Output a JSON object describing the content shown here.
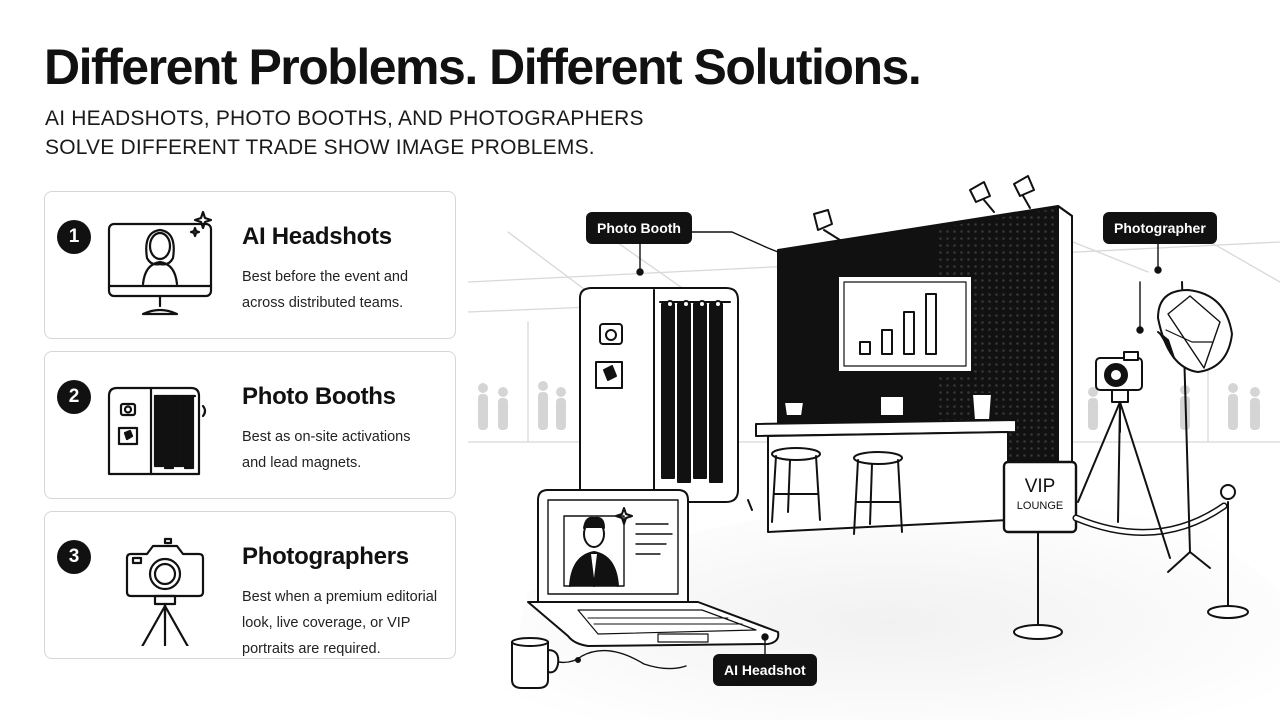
{
  "header": {
    "title": "Different Problems. Different Solutions.",
    "subtitle_line1": "AI HEADSHOTS, PHOTO BOOTHS, AND PHOTOGRAPHERS",
    "subtitle_line2": "SOLVE DIFFERENT TRADE SHOW IMAGE PROBLEMS."
  },
  "cards": [
    {
      "number": "1",
      "title": "AI Headshots",
      "desc_line1": "Best before the event and",
      "desc_line2": "across distributed teams.",
      "icon": "monitor-portrait-icon"
    },
    {
      "number": "2",
      "title": "Photo Booths",
      "desc_line1": "Best as on-site activations",
      "desc_line2": "and lead magnets.",
      "icon": "photo-booth-icon"
    },
    {
      "number": "3",
      "title": "Photographers",
      "desc_line1": "Best when a premium editorial",
      "desc_line2": "look, live coverage, or VIP",
      "desc_line3": "portraits are required.",
      "icon": "camera-tripod-icon"
    }
  ],
  "scene": {
    "labels": {
      "photo_booth": "Photo Booth",
      "photographer": "Photographer",
      "ai_headshot": "AI Headshot"
    },
    "vip_sign": {
      "line1": "VIP",
      "line2": "LOUNGE"
    }
  }
}
